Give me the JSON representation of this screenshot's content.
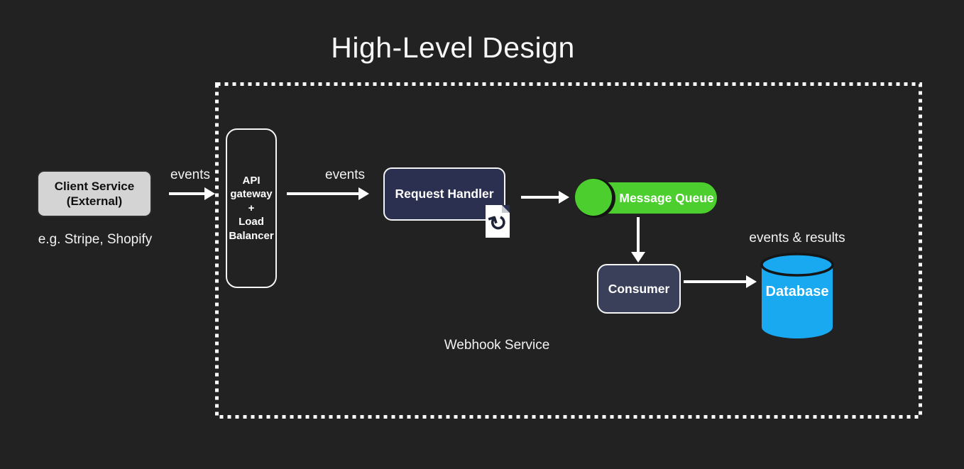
{
  "title": "High-Level Design",
  "colors": {
    "background": "#222222",
    "client_box_fill": "#d4d4d4",
    "request_handler_fill": "#2b3050",
    "consumer_fill": "#3a3f5a",
    "queue_green": "#4ccf2e",
    "database_blue": "#18a9f1",
    "line_white": "#ffffff"
  },
  "client_service": {
    "label_line1": "Client Service",
    "label_line2": "(External)",
    "caption": "e.g. Stripe, Shopify"
  },
  "arrows": {
    "client_to_gateway_label": "events",
    "gateway_to_handler_label": "events"
  },
  "webhook_service": {
    "container_label": "Webhook Service",
    "api_gateway": {
      "lines": [
        "API",
        "gateway",
        "+",
        "Load",
        "Balancer"
      ]
    },
    "request_handler": {
      "label": "Request Handler",
      "status_icon": {
        "name": "page-refresh-icon",
        "glyph": "↻"
      }
    },
    "message_queue": {
      "label": "Message Queue"
    },
    "consumer": {
      "label": "Consumer"
    },
    "database": {
      "label": "Database",
      "caption": "events & results"
    }
  }
}
